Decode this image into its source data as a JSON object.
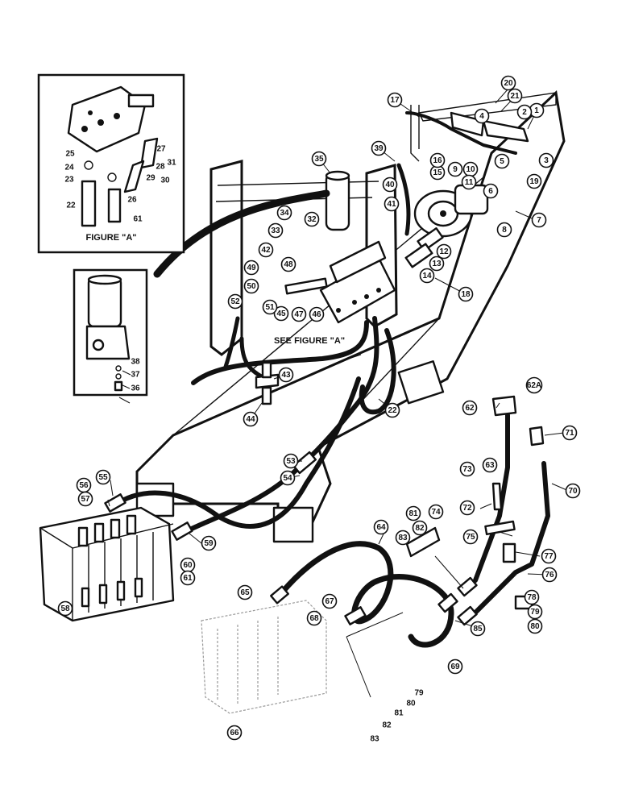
{
  "figure_a_label": "FIGURE \"A\"",
  "see_figure_label": "SEE FIGURE \"A\"",
  "circled_callouts": [
    "1",
    "2",
    "3",
    "4",
    "5",
    "6",
    "7",
    "8",
    "9",
    "10",
    "11",
    "12",
    "13",
    "14",
    "15",
    "16",
    "17",
    "18",
    "19",
    "20",
    "21",
    "22",
    "32",
    "33",
    "34",
    "35",
    "39",
    "40",
    "41",
    "42",
    "43",
    "44",
    "45",
    "46",
    "47",
    "48",
    "49",
    "50",
    "51",
    "52",
    "53",
    "54",
    "55",
    "56",
    "57",
    "58",
    "59",
    "60",
    "61",
    "62",
    "62A",
    "63",
    "64",
    "65",
    "66",
    "67",
    "68",
    "69",
    "70",
    "71",
    "72",
    "73",
    "74",
    "75",
    "76",
    "77",
    "78",
    "79",
    "80",
    "81",
    "82",
    "83",
    "85"
  ],
  "plain_callouts": [
    "22",
    "23",
    "24",
    "25",
    "26",
    "27",
    "28",
    "29",
    "30",
    "31",
    "36",
    "37",
    "38",
    "61",
    "79",
    "80",
    "81",
    "82",
    "83"
  ]
}
